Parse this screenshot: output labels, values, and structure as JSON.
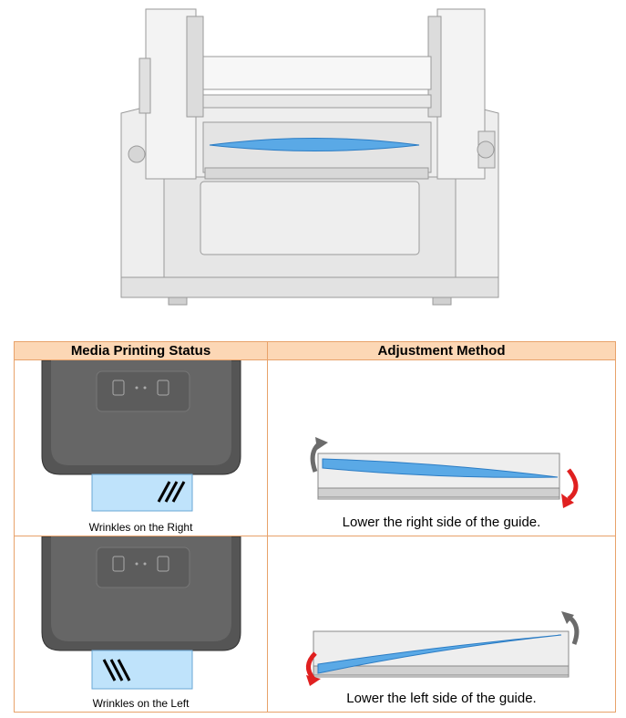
{
  "illustration": {
    "name": "printer-front-view"
  },
  "table": {
    "headers": [
      "Media Printing Status",
      "Adjustment Method"
    ],
    "rows": [
      {
        "status_caption": "Wrinkles on the Right",
        "method_caption": "Lower the right side of the guide."
      },
      {
        "status_caption": "Wrinkles on the Left",
        "method_caption": "Lower the left side of the guide."
      }
    ]
  },
  "colors": {
    "header_bg": "#fcd7b5",
    "border": "#e8a26a",
    "guide_blue": "#5aa9e6",
    "media_blue": "#bfe3fb",
    "arrow_red": "#e02020",
    "arrow_gray": "#6b6b6b"
  }
}
